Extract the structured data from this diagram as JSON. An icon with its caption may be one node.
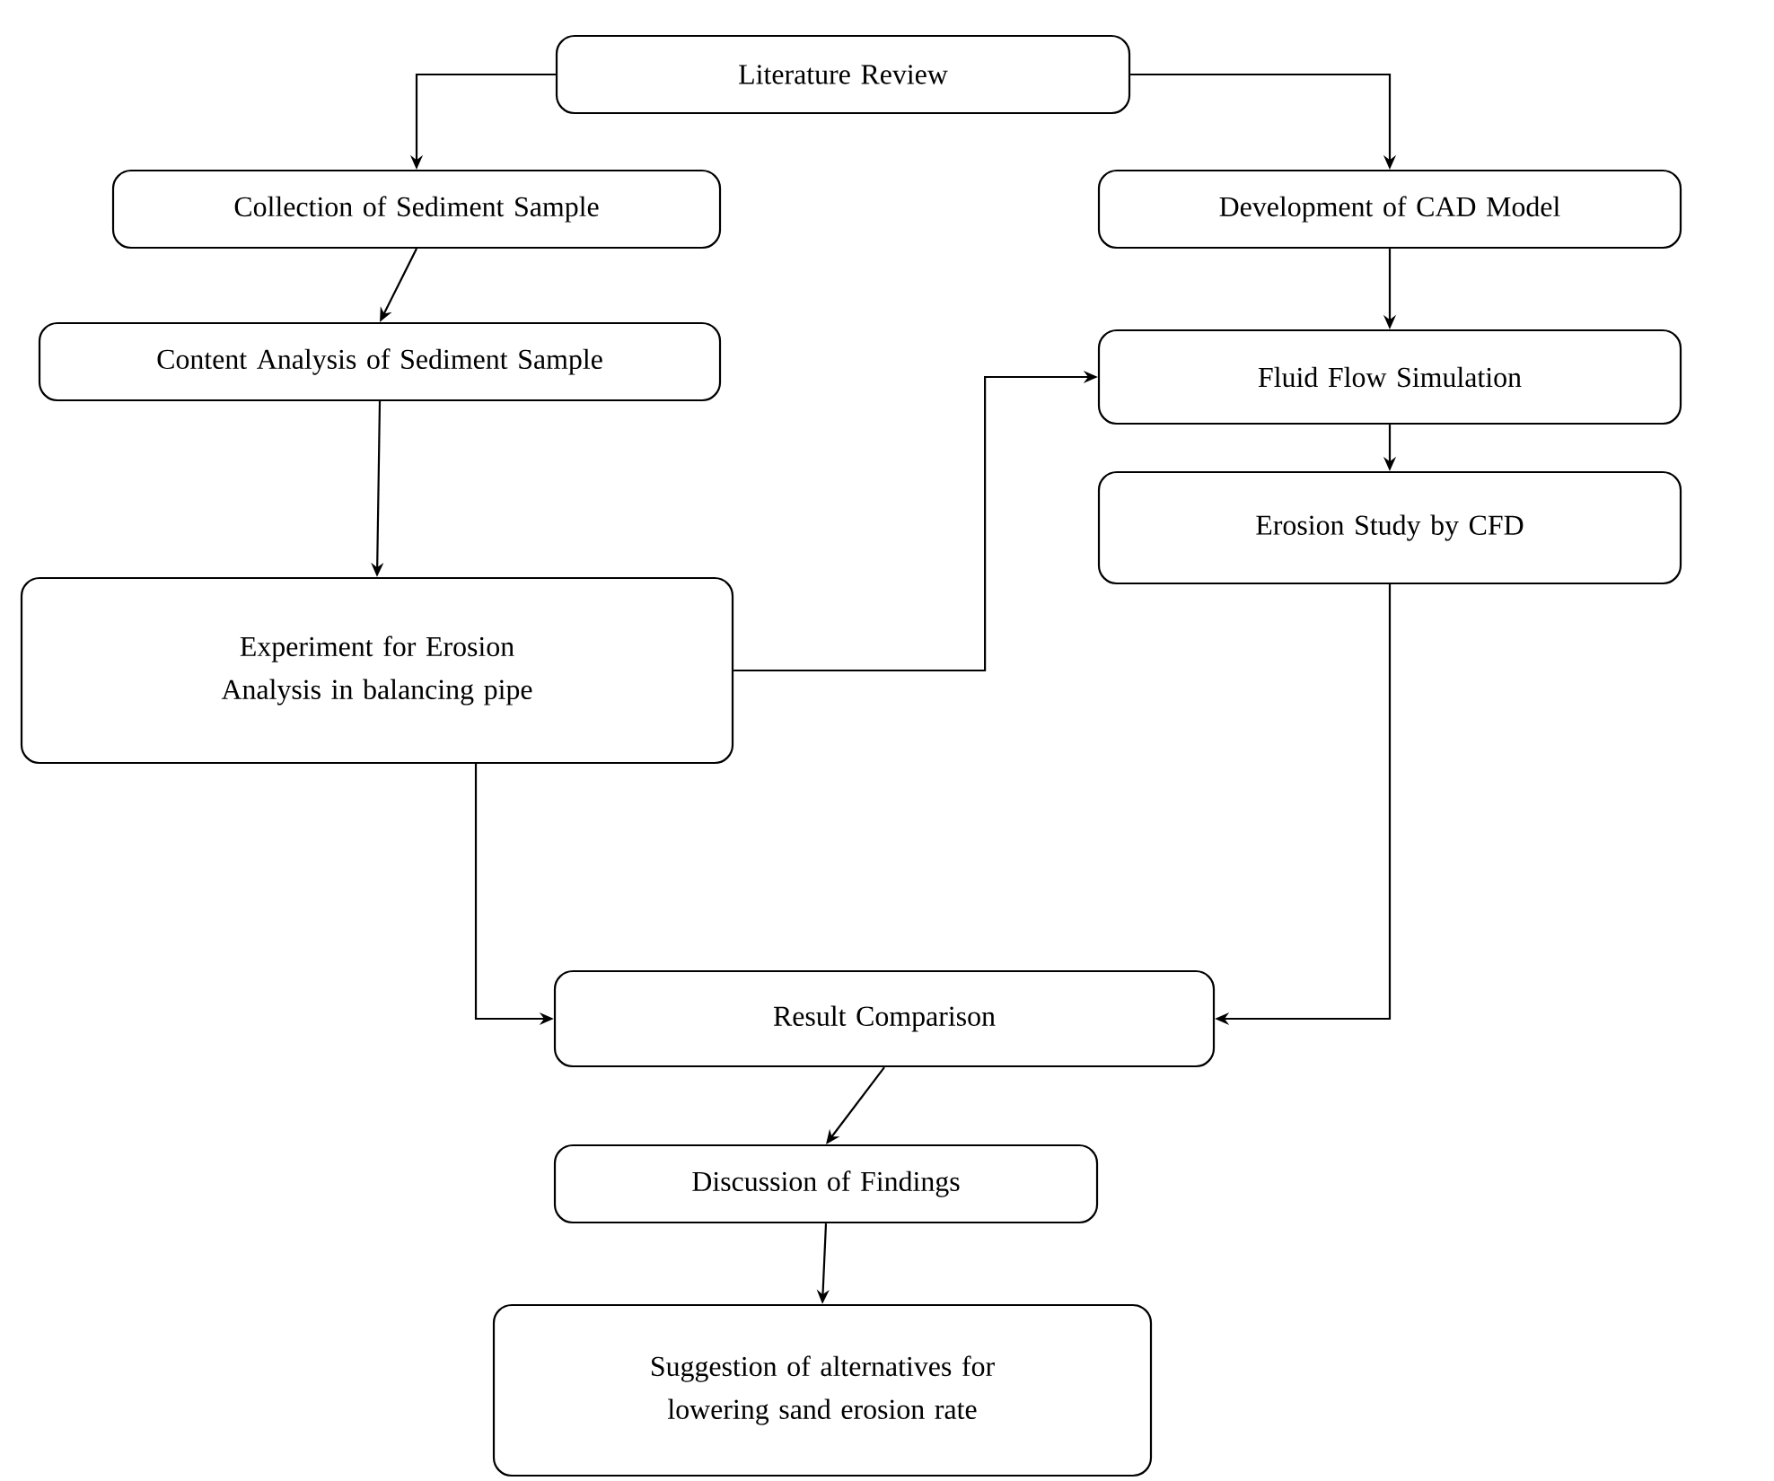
{
  "diagram": {
    "nodes": [
      {
        "text": [
          "Literature Review"
        ]
      },
      {
        "text": [
          "Collection of Sediment Sample"
        ]
      },
      {
        "text": [
          "Development of CAD Model"
        ]
      },
      {
        "text": [
          "Content Analysis of Sediment Sample"
        ]
      },
      {
        "text": [
          "Fluid Flow Simulation"
        ]
      },
      {
        "text": [
          "Experiment for Erosion Analysis in balancing pipe"
        ]
      },
      {
        "text": [
          "Erosion Study by CFD"
        ]
      },
      {
        "text": [
          "Result Comparison"
        ]
      },
      {
        "text": [
          "Discussion of Findings"
        ]
      },
      {
        "text": [
          "Suggestion of alternatives for lowering sand erosion rate"
        ]
      }
    ],
    "edges": [
      {
        "from": 0,
        "to": 1,
        "arrow": "to"
      },
      {
        "from": 0,
        "to": 2,
        "arrow": "to"
      },
      {
        "from": 1,
        "to": 3,
        "arrow": "to"
      },
      {
        "from": 2,
        "to": 4,
        "arrow": "to"
      },
      {
        "from": 3,
        "to": 5,
        "arrow": "to"
      },
      {
        "from": 4,
        "to": 6,
        "arrow": "to"
      },
      {
        "from": 5,
        "to": 4,
        "arrow": "to"
      },
      {
        "from": 5,
        "to": 7,
        "arrow": "to"
      },
      {
        "from": 6,
        "to": 7,
        "arrow": "to"
      },
      {
        "from": 7,
        "to": 8,
        "arrow": "to"
      },
      {
        "from": 8,
        "to": 9,
        "arrow": "to"
      }
    ]
  }
}
